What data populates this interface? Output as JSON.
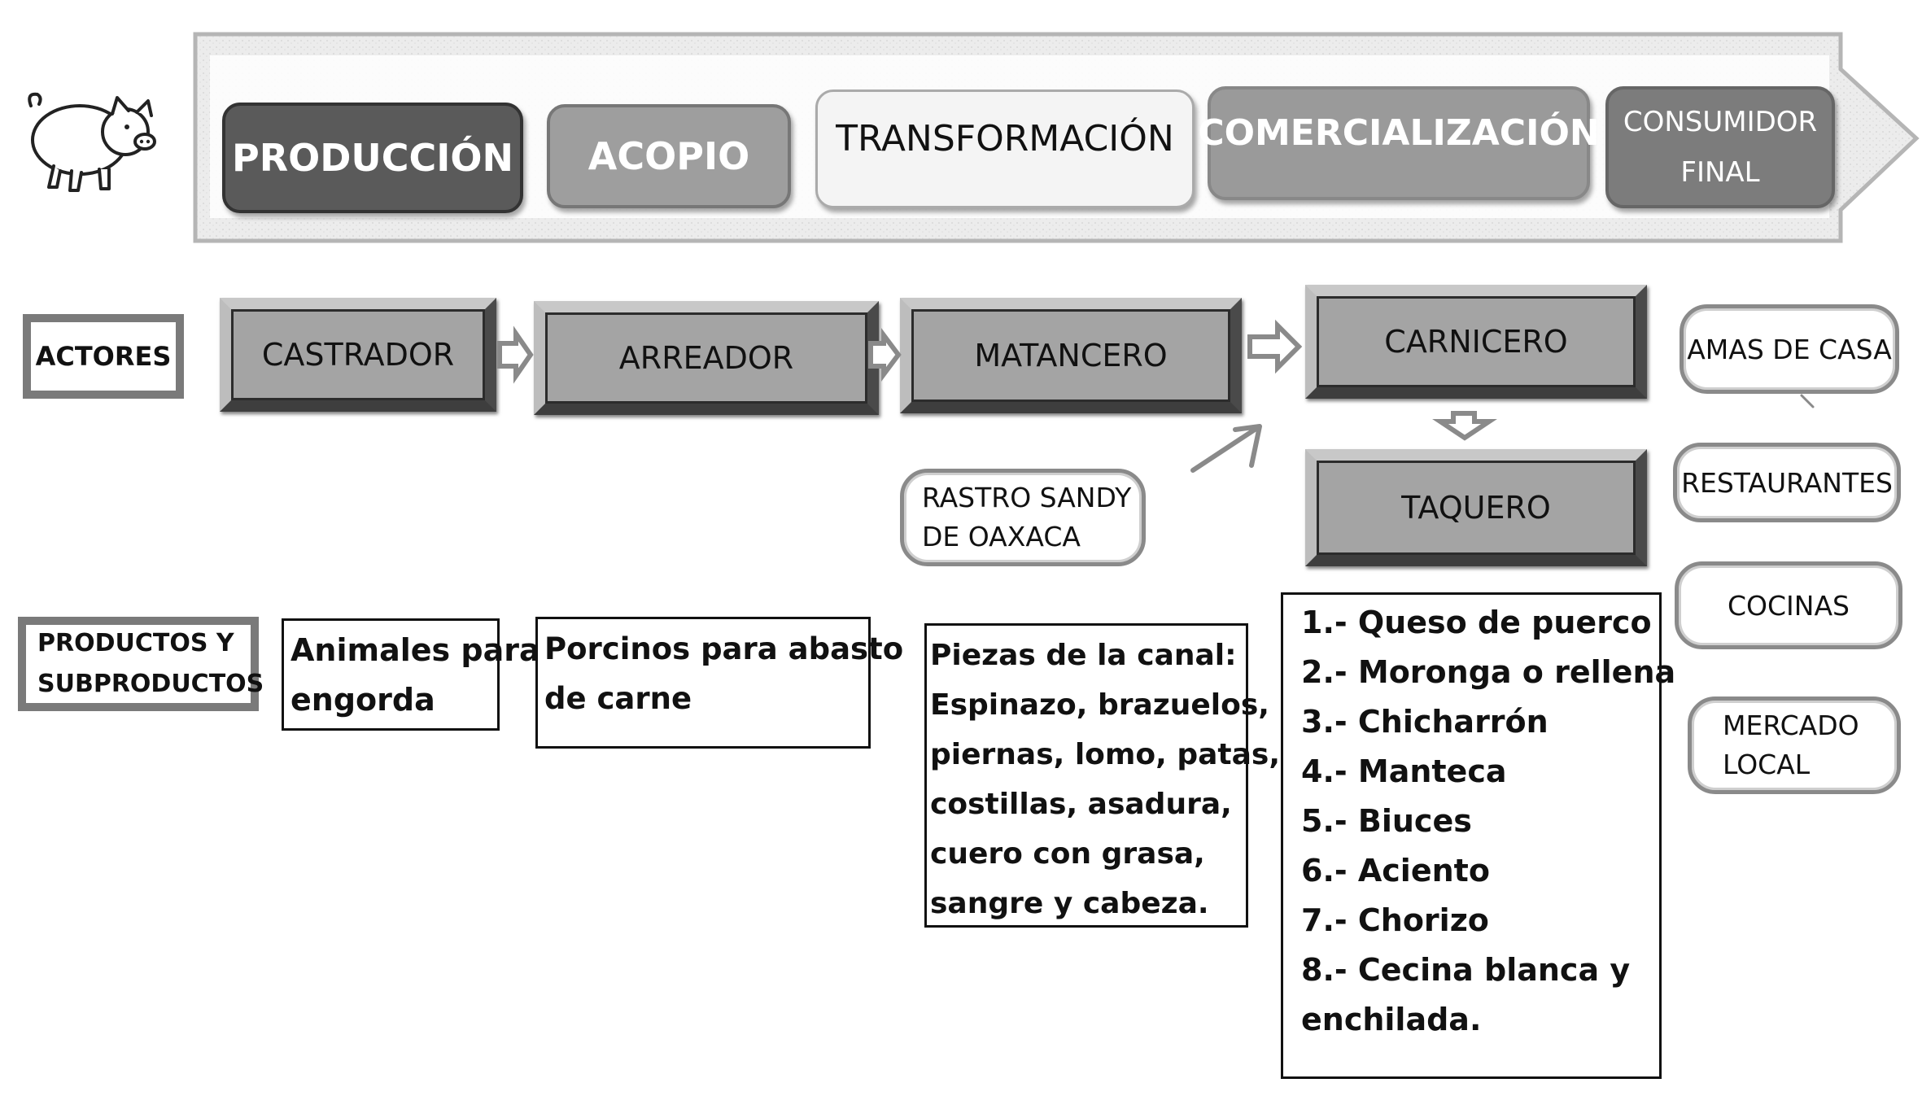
{
  "stages": [
    {
      "label_lines": [
        "PRODUCCIÓN"
      ],
      "bg": "#5a5a5a",
      "fg": "#ffffff"
    },
    {
      "label_lines": [
        "ACOPIO"
      ],
      "bg": "#9e9e9e",
      "fg": "#ffffff"
    },
    {
      "label_lines": [
        "TRANSFORMACIÓN"
      ],
      "bg": "#f4f4f4",
      "fg": "#111111"
    },
    {
      "label_lines": [
        "COMERCIALIZACIÓN"
      ],
      "bg": "#9a9a9a",
      "fg": "#ffffff"
    },
    {
      "label_lines": [
        "CONSUMIDOR",
        "FINAL"
      ],
      "bg": "#7c7c7c",
      "fg": "#ffffff"
    }
  ],
  "row_labels": {
    "actors": "ACTORES",
    "products_lines": [
      "PRODUCTOS Y",
      "SUBPRODUCTOS"
    ]
  },
  "actors": {
    "castrador": "CASTRADOR",
    "arreador": "ARREADOR",
    "matancero": "MATANCERO",
    "carnicero": "CARNICERO",
    "taquero": "TAQUERO"
  },
  "rastro_lines": [
    "RASTRO SANDY",
    "DE OAXACA"
  ],
  "consumers": {
    "amas": "AMAS DE CASA",
    "restaurantes": "RESTAURANTES",
    "cocinas": "COCINAS",
    "mercado_lines": [
      "MERCADO",
      "LOCAL"
    ]
  },
  "products": {
    "castrador_lines": [
      "Animales para",
      "engorda"
    ],
    "arreador_lines": [
      "Porcinos para abasto",
      "de carne"
    ],
    "matancero_lines": [
      "Piezas de la canal:",
      "Espinazo, brazuelos,",
      "piernas, lomo, patas,",
      "costillas, asadura,",
      "cuero con grasa,",
      "sangre y cabeza."
    ],
    "carnicero_lines": [
      "1.- Queso de puerco",
      "2.- Moronga o rellena",
      "3.- Chicharrón",
      "4.- Manteca",
      "5.- Biuces",
      "6.- Aciento",
      "7.- Chorizo",
      "8.- Cecina blanca y",
      "enchilada."
    ]
  },
  "colors": {
    "banner_fill": "#ececec",
    "banner_border": "#b5b5b5",
    "actor_fill": "#a4a4a4",
    "arrow_fill": "#ffffff",
    "arrow_stroke": "#8a8a8a"
  },
  "icons": {
    "pig": "pig-icon"
  }
}
